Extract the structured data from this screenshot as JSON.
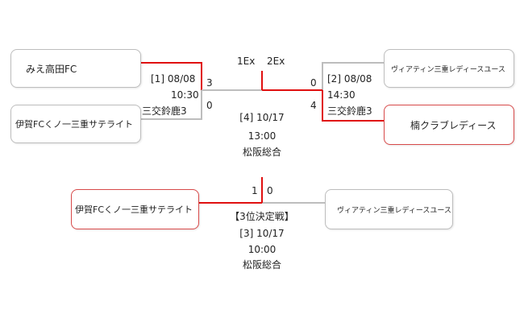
{
  "brackets": {
    "upper": {
      "team_top_left": "みえ高田FC",
      "team_bottom_left": "伊賀FCくノ一三重サテライト",
      "team_top_right": "ヴィアティン三重レディースユース",
      "team_bottom_right": "楠クラブレディース",
      "match1": {
        "label": "[1] 08/08",
        "time": "10:30",
        "venue": "三交鈴鹿3",
        "score_top": "3",
        "score_bottom": "0"
      },
      "match2": {
        "label": "[2] 08/08",
        "time": "14:30",
        "venue": "三交鈴鹿3",
        "score_top": "0",
        "score_bottom": "4"
      },
      "final": {
        "score_left": "1Ex",
        "score_right": "2Ex",
        "label": "[4] 10/17",
        "time": "13:00",
        "venue": "松阪総合"
      }
    },
    "third_place": {
      "team_left": "伊賀FCくノ一三重サテライト",
      "team_right": "ヴィアティン三重レディースユース",
      "score_left": "1",
      "score_right": "0",
      "title": "【3位決定戦】",
      "label": "[3] 10/17",
      "time": "10:00",
      "venue": "松阪総合"
    }
  },
  "colors": {
    "winner_line": "#e01010",
    "loser_line": "#bdbdbd",
    "box_border": "#bdbdbd",
    "winner_border": "#d84a4a"
  }
}
